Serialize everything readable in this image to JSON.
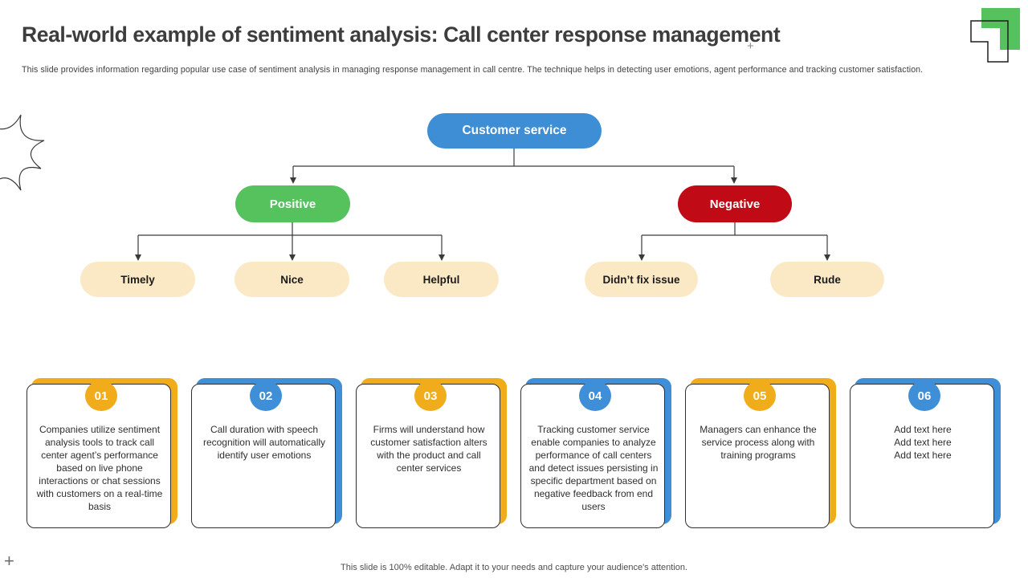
{
  "slide": {
    "title": "Real-world example of sentiment analysis: Call center response management",
    "subtitle": "This slide provides information regarding popular use case of sentiment analysis in managing response management in call centre. The technique helps in detecting user emotions, agent performance and tracking customer satisfaction.",
    "footer": "This slide is 100% editable. Adapt it to your needs and capture your audience's attention."
  },
  "colors": {
    "blue": "#3E8ED6",
    "green": "#55C25E",
    "red": "#C00B17",
    "cream": "#FBE9C6",
    "yellow": "#F0AC1B",
    "card_blue": "#3E8FD8",
    "connector": "#3a3a3a"
  },
  "flowchart": {
    "root": {
      "label": "Customer service"
    },
    "branches": [
      {
        "label": "Positive",
        "children": [
          "Timely",
          "Nice",
          "Helpful"
        ]
      },
      {
        "label": "Negative",
        "children": [
          "Didn’t fix issue",
          "Rude"
        ]
      }
    ]
  },
  "cards": [
    {
      "number": "01",
      "accent": "#F0AC1B",
      "text": "Companies utilize sentiment analysis tools to track call center agent’s performance  based on live phone interactions or chat sessions with customers on a real-time basis"
    },
    {
      "number": "02",
      "accent": "#3E8FD8",
      "text": "Call duration with speech recognition will automatically identify user emotions"
    },
    {
      "number": "03",
      "accent": "#F0AC1B",
      "text": "Firms will understand how customer satisfaction alters with the product and call center services"
    },
    {
      "number": "04",
      "accent": "#3E8FD8",
      "text": "Tracking customer service enable companies to analyze performance of call centers and detect issues persisting in specific department based on negative feedback from end users"
    },
    {
      "number": "05",
      "accent": "#F0AC1B",
      "text": "Managers can enhance the service process along with training programs"
    },
    {
      "number": "06",
      "accent": "#3E8FD8",
      "text": "Add text here\nAdd text here\nAdd text here"
    }
  ],
  "icons": {
    "plus_corner": "+",
    "cursor_plus": "+"
  }
}
